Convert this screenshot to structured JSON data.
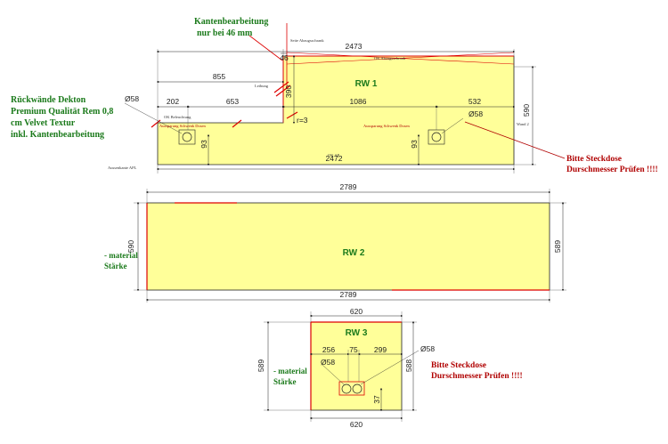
{
  "annotations": {
    "edge_processing": [
      "Kantenbearbeitung",
      "nur bei 46 mm"
    ],
    "material_note": [
      "Rückwände Dekton",
      "Premium Qualität Rem 0,8",
      "cm Velvet Textur",
      "inkl. Kantenbearbeitung"
    ],
    "socket_check_1": [
      "Bitte Steckdose",
      "Durschmesser Prüfen !!!!"
    ],
    "socket_check_2": [
      "Bitte Steckdose",
      "Durschmesser Prüfen !!!!"
    ],
    "material_thickness_rw2": [
      "- material",
      "Stärke"
    ],
    "material_thickness_rw3": [
      "- material",
      "Stärke"
    ]
  },
  "rw1": {
    "label": "RW 1",
    "dims": {
      "top_total": "2473",
      "top_left": "855",
      "top_small": "46",
      "seg_202": "202",
      "seg_653": "653",
      "seg_1086": "1086",
      "seg_532": "532",
      "bottom_total": "2472",
      "height_right": "590",
      "step_height": "390",
      "radius": "r=3",
      "dia_left": "Ø58",
      "dia_right": "Ø58",
      "v_left": "93",
      "v_right": "93"
    },
    "small_texts": {
      "seite_top": "Seite Abzugsschrank",
      "ok_top": "OK Abzugsschrank",
      "leibung": "Leibung",
      "ok_bel": "OK Beleuchtung",
      "ausschnitt_left": "Aussparung Schwenk Dosen",
      "ausschnitt_right": "Aussparung Schwenk Dosen",
      "wand": "Wand 2",
      "apl": "Aussenkante APL",
      "bottom_mid": "OK AP"
    }
  },
  "rw2": {
    "label": "RW 2",
    "dims": {
      "top": "2789",
      "bottom": "2789",
      "left": "590",
      "right": "589"
    }
  },
  "rw3": {
    "label": "RW 3",
    "dims": {
      "top": "620",
      "bottom": "620",
      "left": "589",
      "right": "588",
      "seg_256": "256",
      "seg_75": "75",
      "seg_299": "299",
      "dia_outside": "Ø58",
      "dia_inside": "Ø58",
      "v_small": "37"
    }
  },
  "colors": {
    "panel_fill": "#ffff99",
    "edge_red": "#dd0000",
    "label_green": "#1b7a1b",
    "note_red": "#b00000"
  }
}
